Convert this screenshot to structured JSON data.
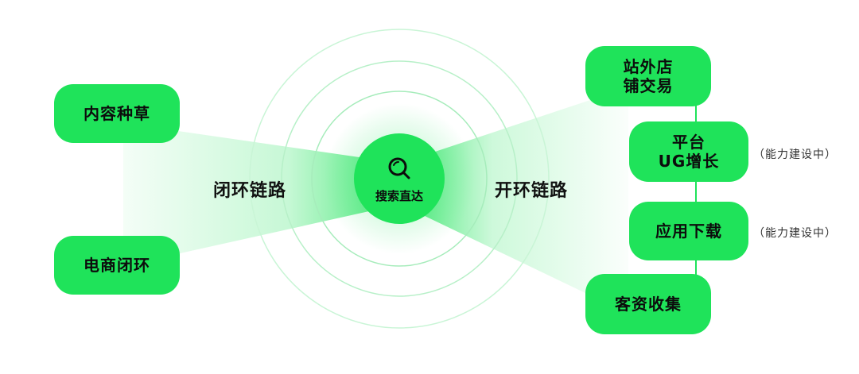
{
  "center": {
    "label": "搜索直达",
    "icon": "search-icon"
  },
  "left_label": "闭环链路",
  "right_label": "开环链路",
  "left_nodes": [
    {
      "label": "内容种草"
    },
    {
      "label": "电商闭环"
    }
  ],
  "right_nodes": [
    {
      "line1": "站外店",
      "line2": "铺交易"
    },
    {
      "line1": "平台",
      "line2": "UG增长",
      "note": "（能力建设中）"
    },
    {
      "line1": "应用下载",
      "note": "（能力建设中）"
    },
    {
      "line1": "客资收集"
    }
  ],
  "colors": {
    "accent": "#1fe35a",
    "ring": "#bff3cf",
    "text": "#111111"
  }
}
